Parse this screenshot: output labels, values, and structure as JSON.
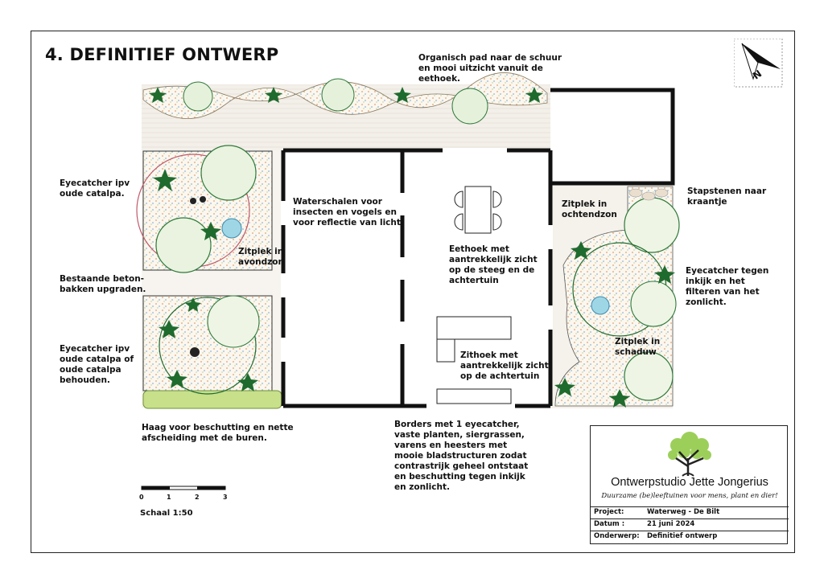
{
  "title": "4. DEFINITIEF ONTWERP",
  "annotations": {
    "path_shed": "Organisch pad naar de schuur\nen mooi uitzicht vanuit de\neethoek.",
    "eyecatcher_catalpa": "Eyecatcher ipv\noude catalpa.",
    "concrete_planters": "Bestaande beton-\nbakken upgraden.",
    "eyecatcher_catalpa_keep": "Eyecatcher ipv\noude catalpa of\noude catalpa\nbehouden.",
    "hedge": "Haag voor beschutting en nette\nafscheiding met de buren.",
    "water_bowls": "Waterschalen voor\ninsecten en vogels en\nvoor reflectie van licht.",
    "seat_evening": "Zitplek in\navondzon",
    "dining": "Eethoek met\naantrekkelijk zicht\nop de steeg en de\nachtertuin",
    "sitting_area": "Zithoek met\naantrekkelijk zicht\nop de achtertuin",
    "seat_morning": "Zitplek in\nochtendzon",
    "stepping_stones": "Stapstenen naar\nkraantje",
    "eyecatcher_privacy": "Eyecatcher tegen\ninkijk en het\nfilteren van het\nzonlicht.",
    "seat_shade": "Zitplek in\nschaduw",
    "borders": "Borders met 1 eyecatcher,\nvaste planten, siergrassen,\nvarens en heesters met\nmooie bladstructuren zodat\ncontrastrijk geheel ontstaat\nen beschutting tegen inkijk\nen zonlicht."
  },
  "scale": {
    "ticks": [
      "0",
      "1",
      "2",
      "3"
    ],
    "label": "Schaal 1:50"
  },
  "north": {
    "label": "N"
  },
  "title_block": {
    "studio": "Ontwerpstudio Jette Jongerius",
    "tagline": "Duurzame (be)leeftuinen voor mens, plant en dier!",
    "rows": [
      {
        "key": "Project:",
        "value": "Waterweg - De Bilt"
      },
      {
        "key": "Datum :",
        "value": "21 juni 2024"
      },
      {
        "key": "Onderwerp:",
        "value": "Definitief ontwerp"
      }
    ]
  },
  "colors": {
    "wall": "#111111",
    "plant_dark": "#1f6b2e",
    "plant_light": "#a8d08a",
    "hedge": "#c8e08a",
    "water": "#9fd6e6",
    "paving": "#f1ece6",
    "pink_outline": "#c05a6a"
  }
}
